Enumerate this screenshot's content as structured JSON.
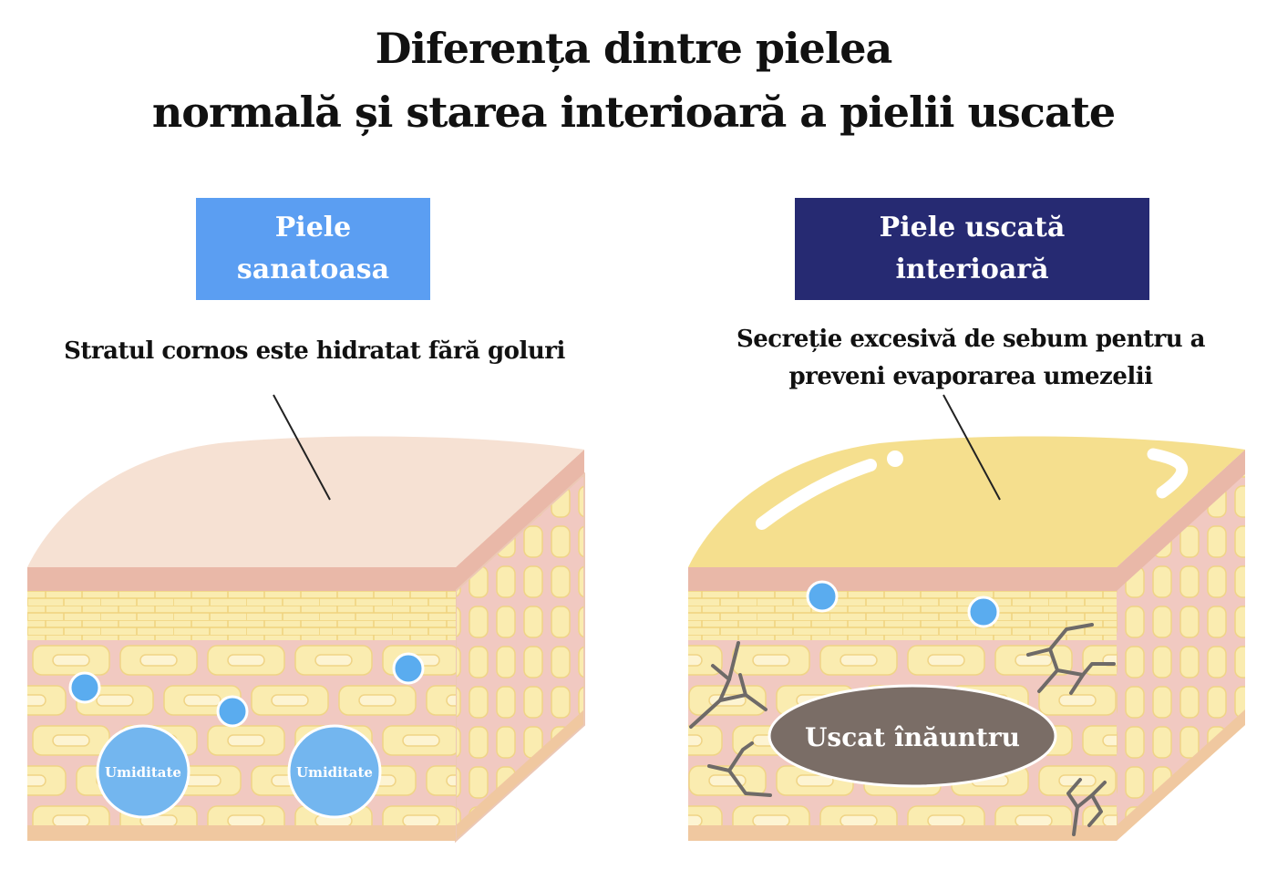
{
  "title": {
    "line1": "Diferența dintre pielea",
    "line2": "normală și starea interioară a pielii uscate"
  },
  "left_panel": {
    "label_line1": "Piele",
    "label_line2": "sanatoasa",
    "label_color": "#5b9ef2",
    "caption": "Stratul cornos este hidratat fără goluri",
    "moisture_label": "Umiditate"
  },
  "right_panel": {
    "label_line1": "Piele uscată",
    "label_line2": "interioară",
    "label_color": "#262a72",
    "caption_line1": "Secreție excesivă de sebum pentru a",
    "caption_line2": "preveni evaporarea umezelii",
    "dry_label": "Uscat înăuntru"
  },
  "colors": {
    "skin_top": "#f6e1d3",
    "oil_top": "#f5df8e",
    "pink_band": "#e9b8a8",
    "cell_yellow": "#faecb0",
    "cell_stroke": "#f4dc91",
    "matrix_pink": "#f1c9c1",
    "droplet": "#5aacef",
    "big_moisture": "#73b6ef",
    "dry_oval": "#7a6d66",
    "crack": "#6e6a68"
  }
}
